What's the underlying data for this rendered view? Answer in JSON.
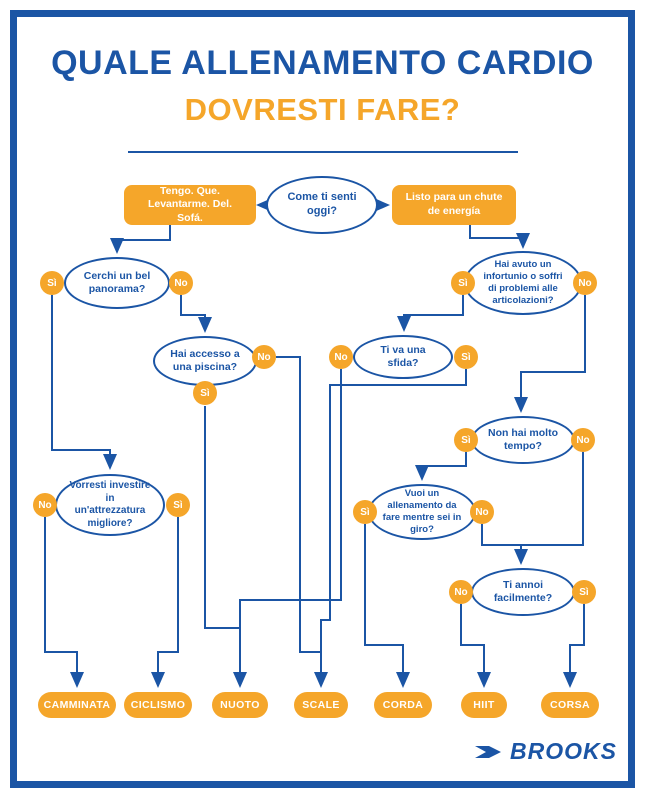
{
  "colors": {
    "blue": "#1b55a5",
    "orange": "#f5a62a",
    "background": "#ffffff"
  },
  "title": {
    "line1": "QUALE ALLENAMENTO CARDIO",
    "line2": "DOVRESTI FARE?"
  },
  "start": {
    "question": "Come ti senti oggi?",
    "answer_left": "Tengo. Que. Levantarme. Del. Sofá.",
    "answer_right": "Listo para un chute de energía"
  },
  "questions": [
    {
      "text": "Cerchi un bel panorama?",
      "left": "Sì",
      "right": "No"
    },
    {
      "text": "Hai accesso a una piscina?",
      "right": "No",
      "bottom": "Sì"
    },
    {
      "text": "Hai avuto un infortunio o soffri di problemi alle articolazioni?",
      "left": "Sì",
      "right": "No"
    },
    {
      "text": "Ti va una sfida?",
      "left": "No",
      "right": "Sì"
    },
    {
      "text": "Non hai molto tempo?",
      "left": "Sì",
      "right": "No"
    },
    {
      "text": "Vorresti investire in un'attrezzatura migliore?",
      "left": "No",
      "right": "Sì"
    },
    {
      "text": "Vuoi un allenamento da fare mentre sei in giro?",
      "left": "Sì",
      "right": "No"
    },
    {
      "text": "Ti annoi facilmente?",
      "left": "No",
      "right": "Sì"
    }
  ],
  "results": [
    {
      "label": "CAMMINATA"
    },
    {
      "label": "CICLISMO"
    },
    {
      "label": "NUOTO"
    },
    {
      "label": "SCALE"
    },
    {
      "label": "CORDA"
    },
    {
      "label": "HIIT"
    },
    {
      "label": "CORSA"
    }
  ],
  "brand": {
    "name": "BROOKS"
  }
}
